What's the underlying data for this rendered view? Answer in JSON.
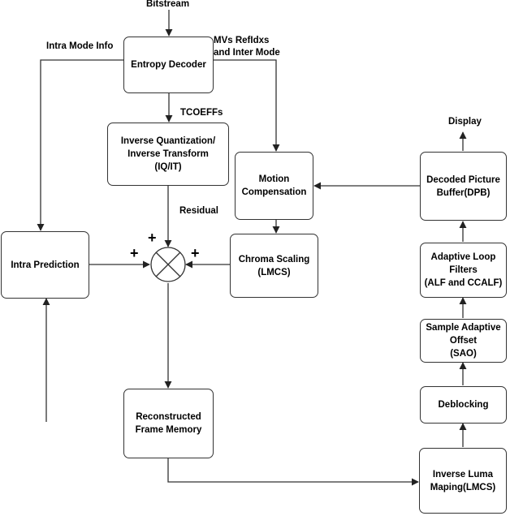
{
  "blocks": {
    "entropy_decoder": "Entropy Decoder",
    "inverse_quant": "Inverse Quantization/\nInverse Transform\n(IQ/IT)",
    "motion_comp": "Motion\nCompensation",
    "decoded_picture_buffer": "Decoded Picture\nBuffer(DPB)",
    "intra_prediction": "Intra Prediction",
    "chroma_scaling": "Chroma Scaling\n(LMCS)",
    "adaptive_loop_filters": "Adaptive Loop\nFilters\n(ALF and CCALF)",
    "sao": "Sample Adaptive\nOffset\n(SAO)",
    "deblocking": "Deblocking",
    "reconstructed_frame_memory": "Reconstructed\nFrame Memory",
    "inverse_luma_mapping": "Inverse Luma\nMaping(LMCS)"
  },
  "labels": {
    "bitstream": "Bitstream",
    "intra_mode_info": "Intra Mode Info",
    "mvs_refidxs": "MVs RefIdxs\nand Inter Mode",
    "tcoeffs": "TCOEFFs",
    "display": "Display",
    "residual": "Residual",
    "plus_top": "+",
    "plus_left": "+",
    "plus_right": "+"
  }
}
